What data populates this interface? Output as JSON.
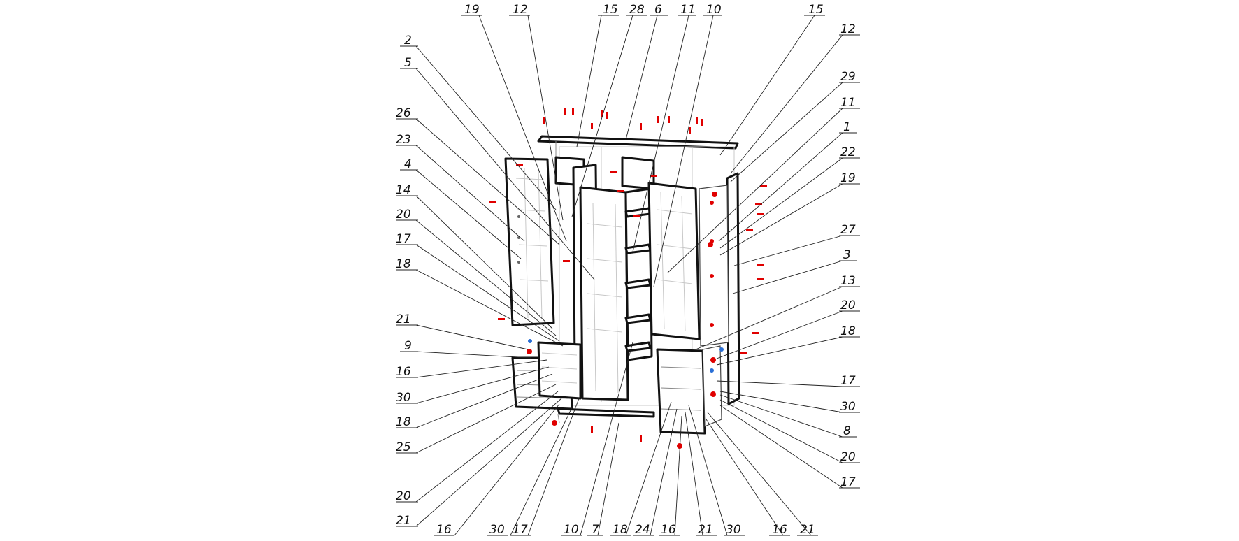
{
  "diagram": {
    "type": "exploded assembly drawing",
    "fitting_color": "#e00000",
    "hinge_color": "#2a6fd6",
    "line_color": "#111111",
    "callouts": [
      {
        "id": "c01",
        "label": "19"
      },
      {
        "id": "c02",
        "label": "12"
      },
      {
        "id": "c03",
        "label": "15"
      },
      {
        "id": "c04",
        "label": "28"
      },
      {
        "id": "c05",
        "label": "6"
      },
      {
        "id": "c06",
        "label": "11"
      },
      {
        "id": "c07",
        "label": "10"
      },
      {
        "id": "c08",
        "label": "15"
      },
      {
        "id": "c09",
        "label": "12"
      },
      {
        "id": "c10",
        "label": "2"
      },
      {
        "id": "c11",
        "label": "5"
      },
      {
        "id": "c12",
        "label": "26"
      },
      {
        "id": "c13",
        "label": "23"
      },
      {
        "id": "c14",
        "label": "4"
      },
      {
        "id": "c15",
        "label": "14"
      },
      {
        "id": "c16",
        "label": "20"
      },
      {
        "id": "c17",
        "label": "17"
      },
      {
        "id": "c18",
        "label": "18"
      },
      {
        "id": "c19",
        "label": "21"
      },
      {
        "id": "c20",
        "label": "9"
      },
      {
        "id": "c21",
        "label": "16"
      },
      {
        "id": "c22",
        "label": "30"
      },
      {
        "id": "c23",
        "label": "18"
      },
      {
        "id": "c24",
        "label": "25"
      },
      {
        "id": "c25",
        "label": "20"
      },
      {
        "id": "c26",
        "label": "21"
      },
      {
        "id": "c27",
        "label": "29"
      },
      {
        "id": "c28",
        "label": "11"
      },
      {
        "id": "c29",
        "label": "1"
      },
      {
        "id": "c30",
        "label": "22"
      },
      {
        "id": "c31",
        "label": "19"
      },
      {
        "id": "c32",
        "label": "27"
      },
      {
        "id": "c33",
        "label": "3"
      },
      {
        "id": "c34",
        "label": "13"
      },
      {
        "id": "c35",
        "label": "20"
      },
      {
        "id": "c36",
        "label": "18"
      },
      {
        "id": "c37",
        "label": "17"
      },
      {
        "id": "c38",
        "label": "30"
      },
      {
        "id": "c39",
        "label": "8"
      },
      {
        "id": "c40",
        "label": "20"
      },
      {
        "id": "c41",
        "label": "17"
      },
      {
        "id": "c42",
        "label": "16"
      },
      {
        "id": "c43",
        "label": "30"
      },
      {
        "id": "c44",
        "label": "17"
      },
      {
        "id": "c45",
        "label": "10"
      },
      {
        "id": "c46",
        "label": "7"
      },
      {
        "id": "c47",
        "label": "18"
      },
      {
        "id": "c48",
        "label": "24"
      },
      {
        "id": "c49",
        "label": "16"
      },
      {
        "id": "c50",
        "label": "21"
      },
      {
        "id": "c51",
        "label": "30"
      },
      {
        "id": "c52",
        "label": "16"
      },
      {
        "id": "c53",
        "label": "21"
      }
    ]
  }
}
